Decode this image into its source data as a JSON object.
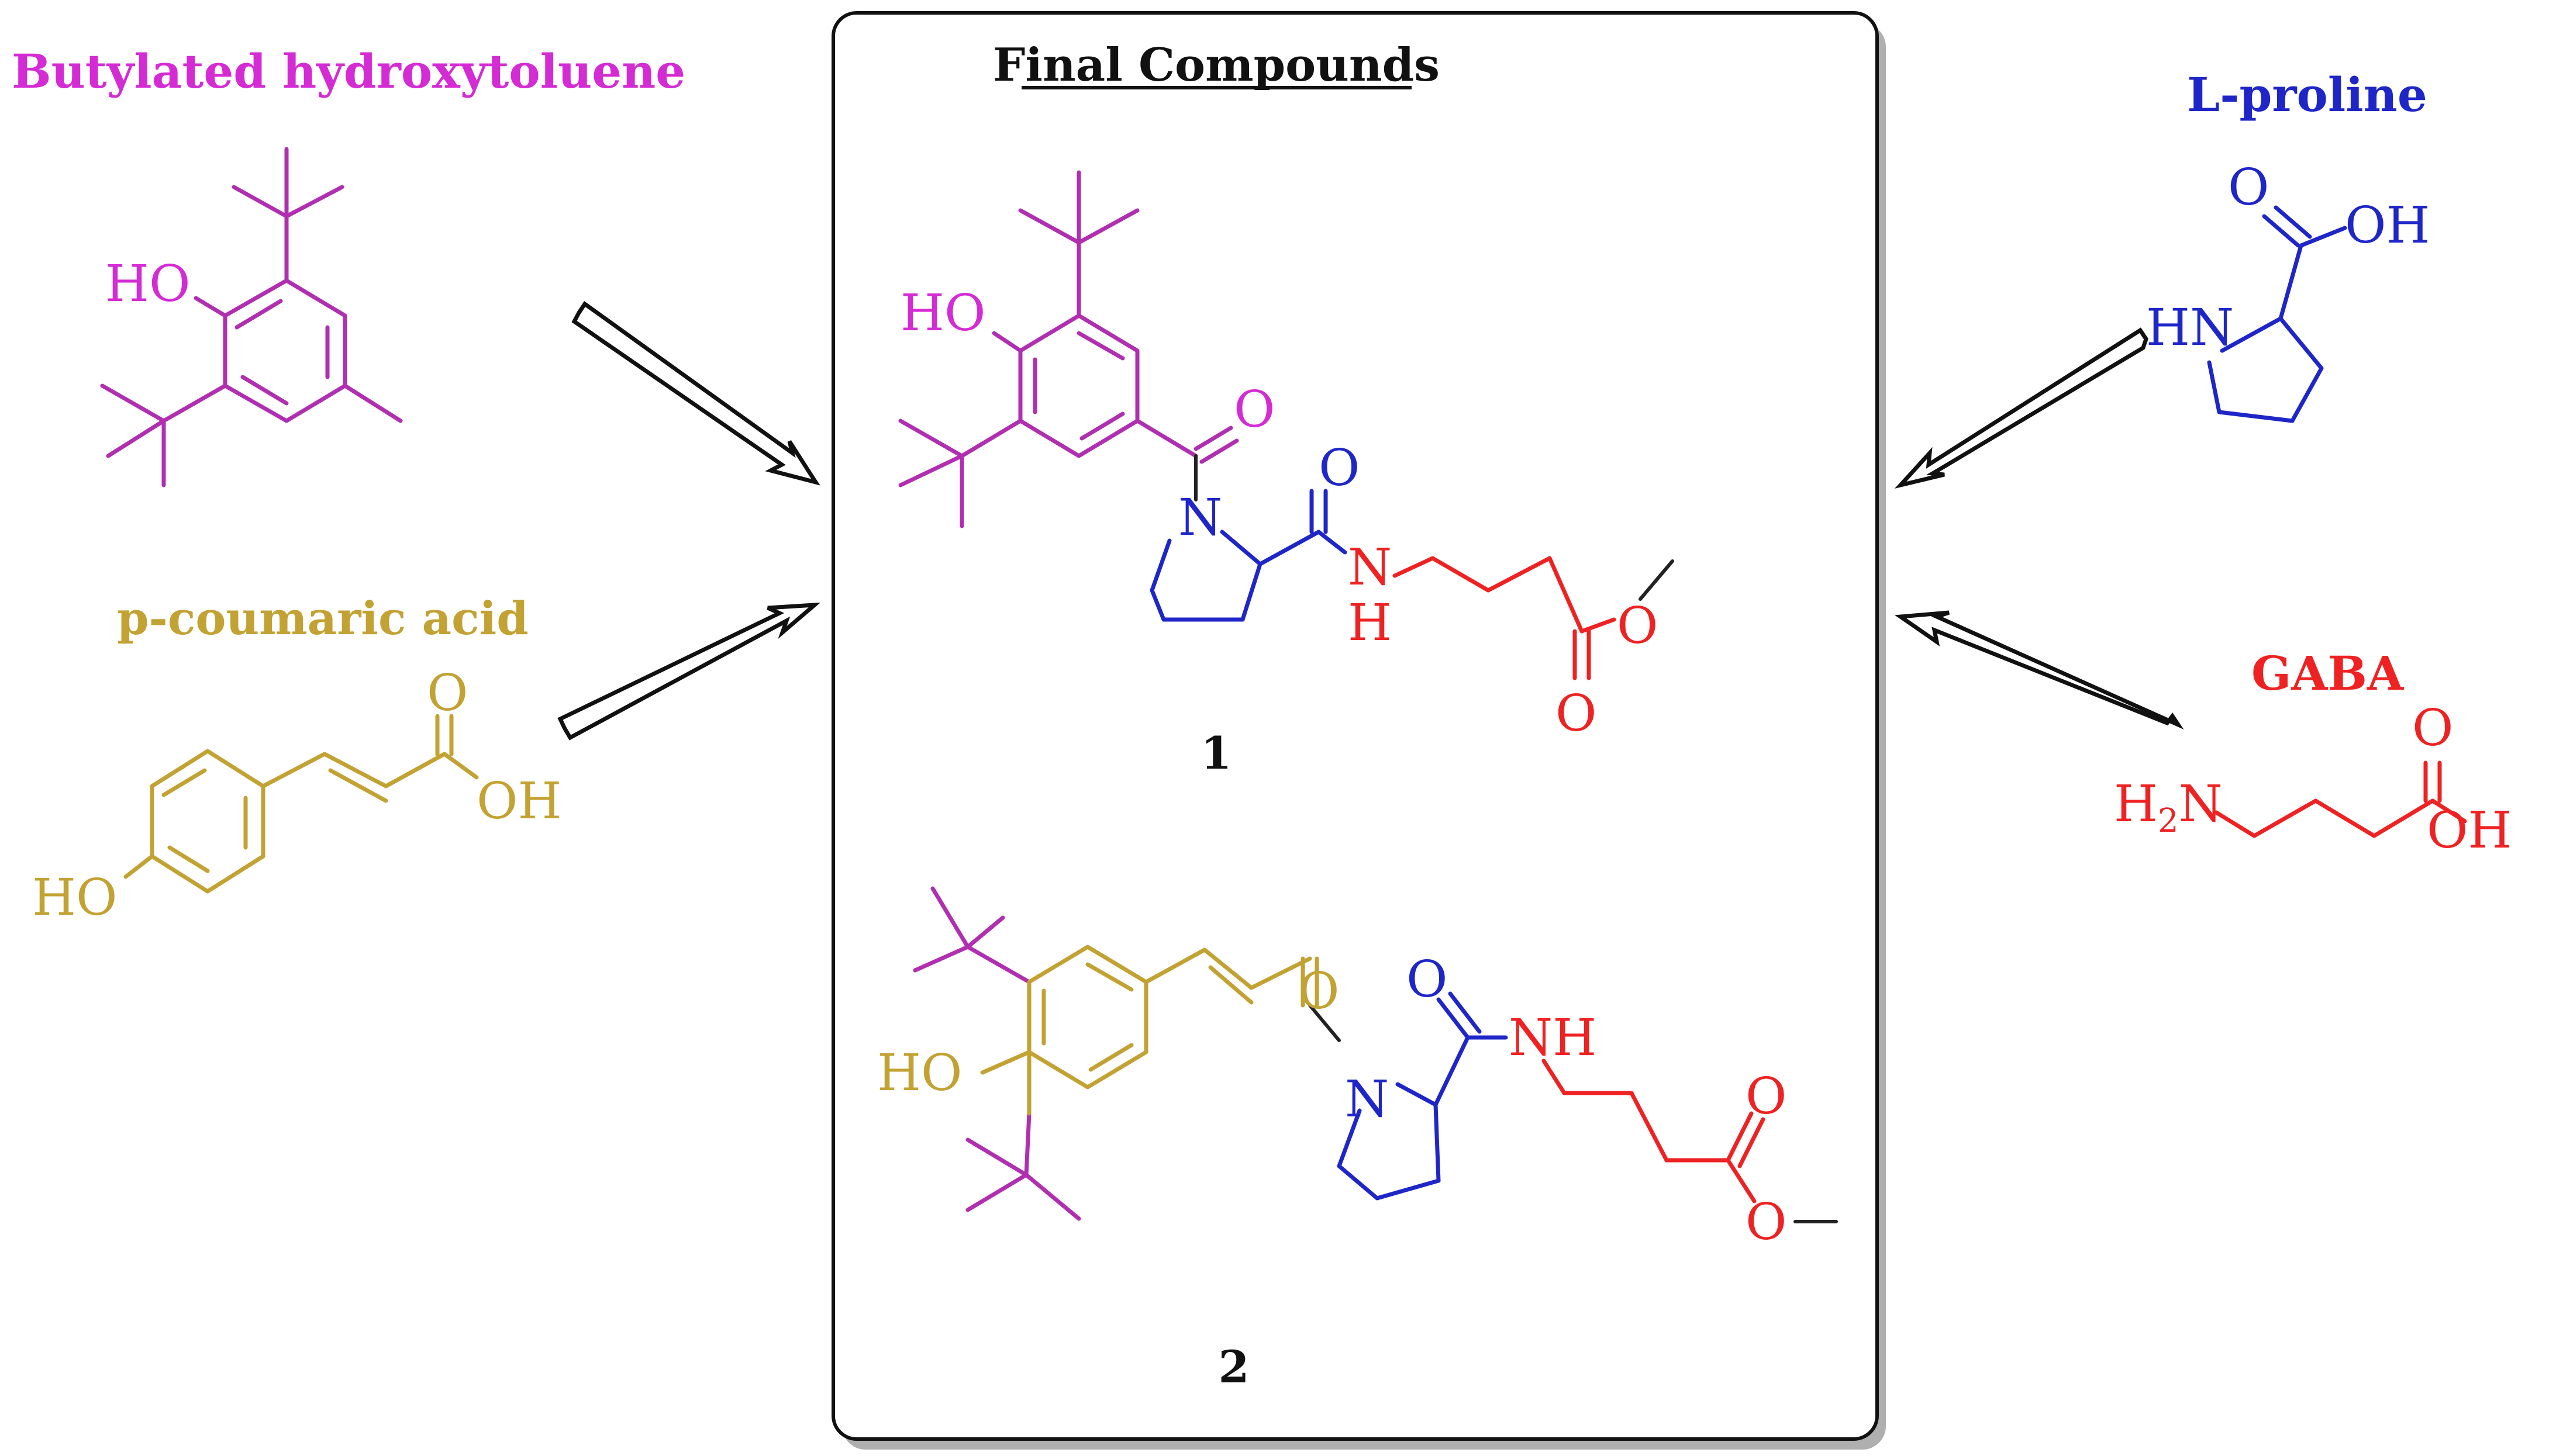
{
  "title": "Final Compounds",
  "colors": {
    "bht": "#d42bd4",
    "bht_bonds": "#b02fb0",
    "coumaric": "#c2a233",
    "proline": "#1f26c8",
    "gaba": "#ee2222",
    "text": "#111111"
  },
  "reactants": {
    "bht": {
      "name": "Butylated hydroxytoluene",
      "oh_label": "HO"
    },
    "coumaric": {
      "name": "p-coumaric acid",
      "o_label": "O",
      "oh_label": "OH",
      "ho_label": "HO"
    },
    "proline": {
      "name": "L-proline",
      "o_label": "O",
      "oh_label": "OH",
      "hn_label": "HN"
    },
    "gaba": {
      "name": "GABA",
      "h_label": "H",
      "sub2": "2",
      "n_label": "N",
      "o_label": "O",
      "oh_label": "OH"
    }
  },
  "compounds": [
    {
      "number": "1",
      "ho_label": "HO",
      "o_label": "O",
      "n_label": "N",
      "nh_n": "N",
      "nh_h": "H",
      "ester_o1": "O",
      "ester_o2": "O"
    },
    {
      "number": "2",
      "ho_label": "HO",
      "o_label": "O",
      "n_label": "N",
      "nh_label": "NH",
      "ester_o1": "O",
      "ester_o2": "O"
    }
  ],
  "arrows": [
    "bht-to-center",
    "coumaric-to-center",
    "proline-to-center",
    "gaba-to-center"
  ]
}
